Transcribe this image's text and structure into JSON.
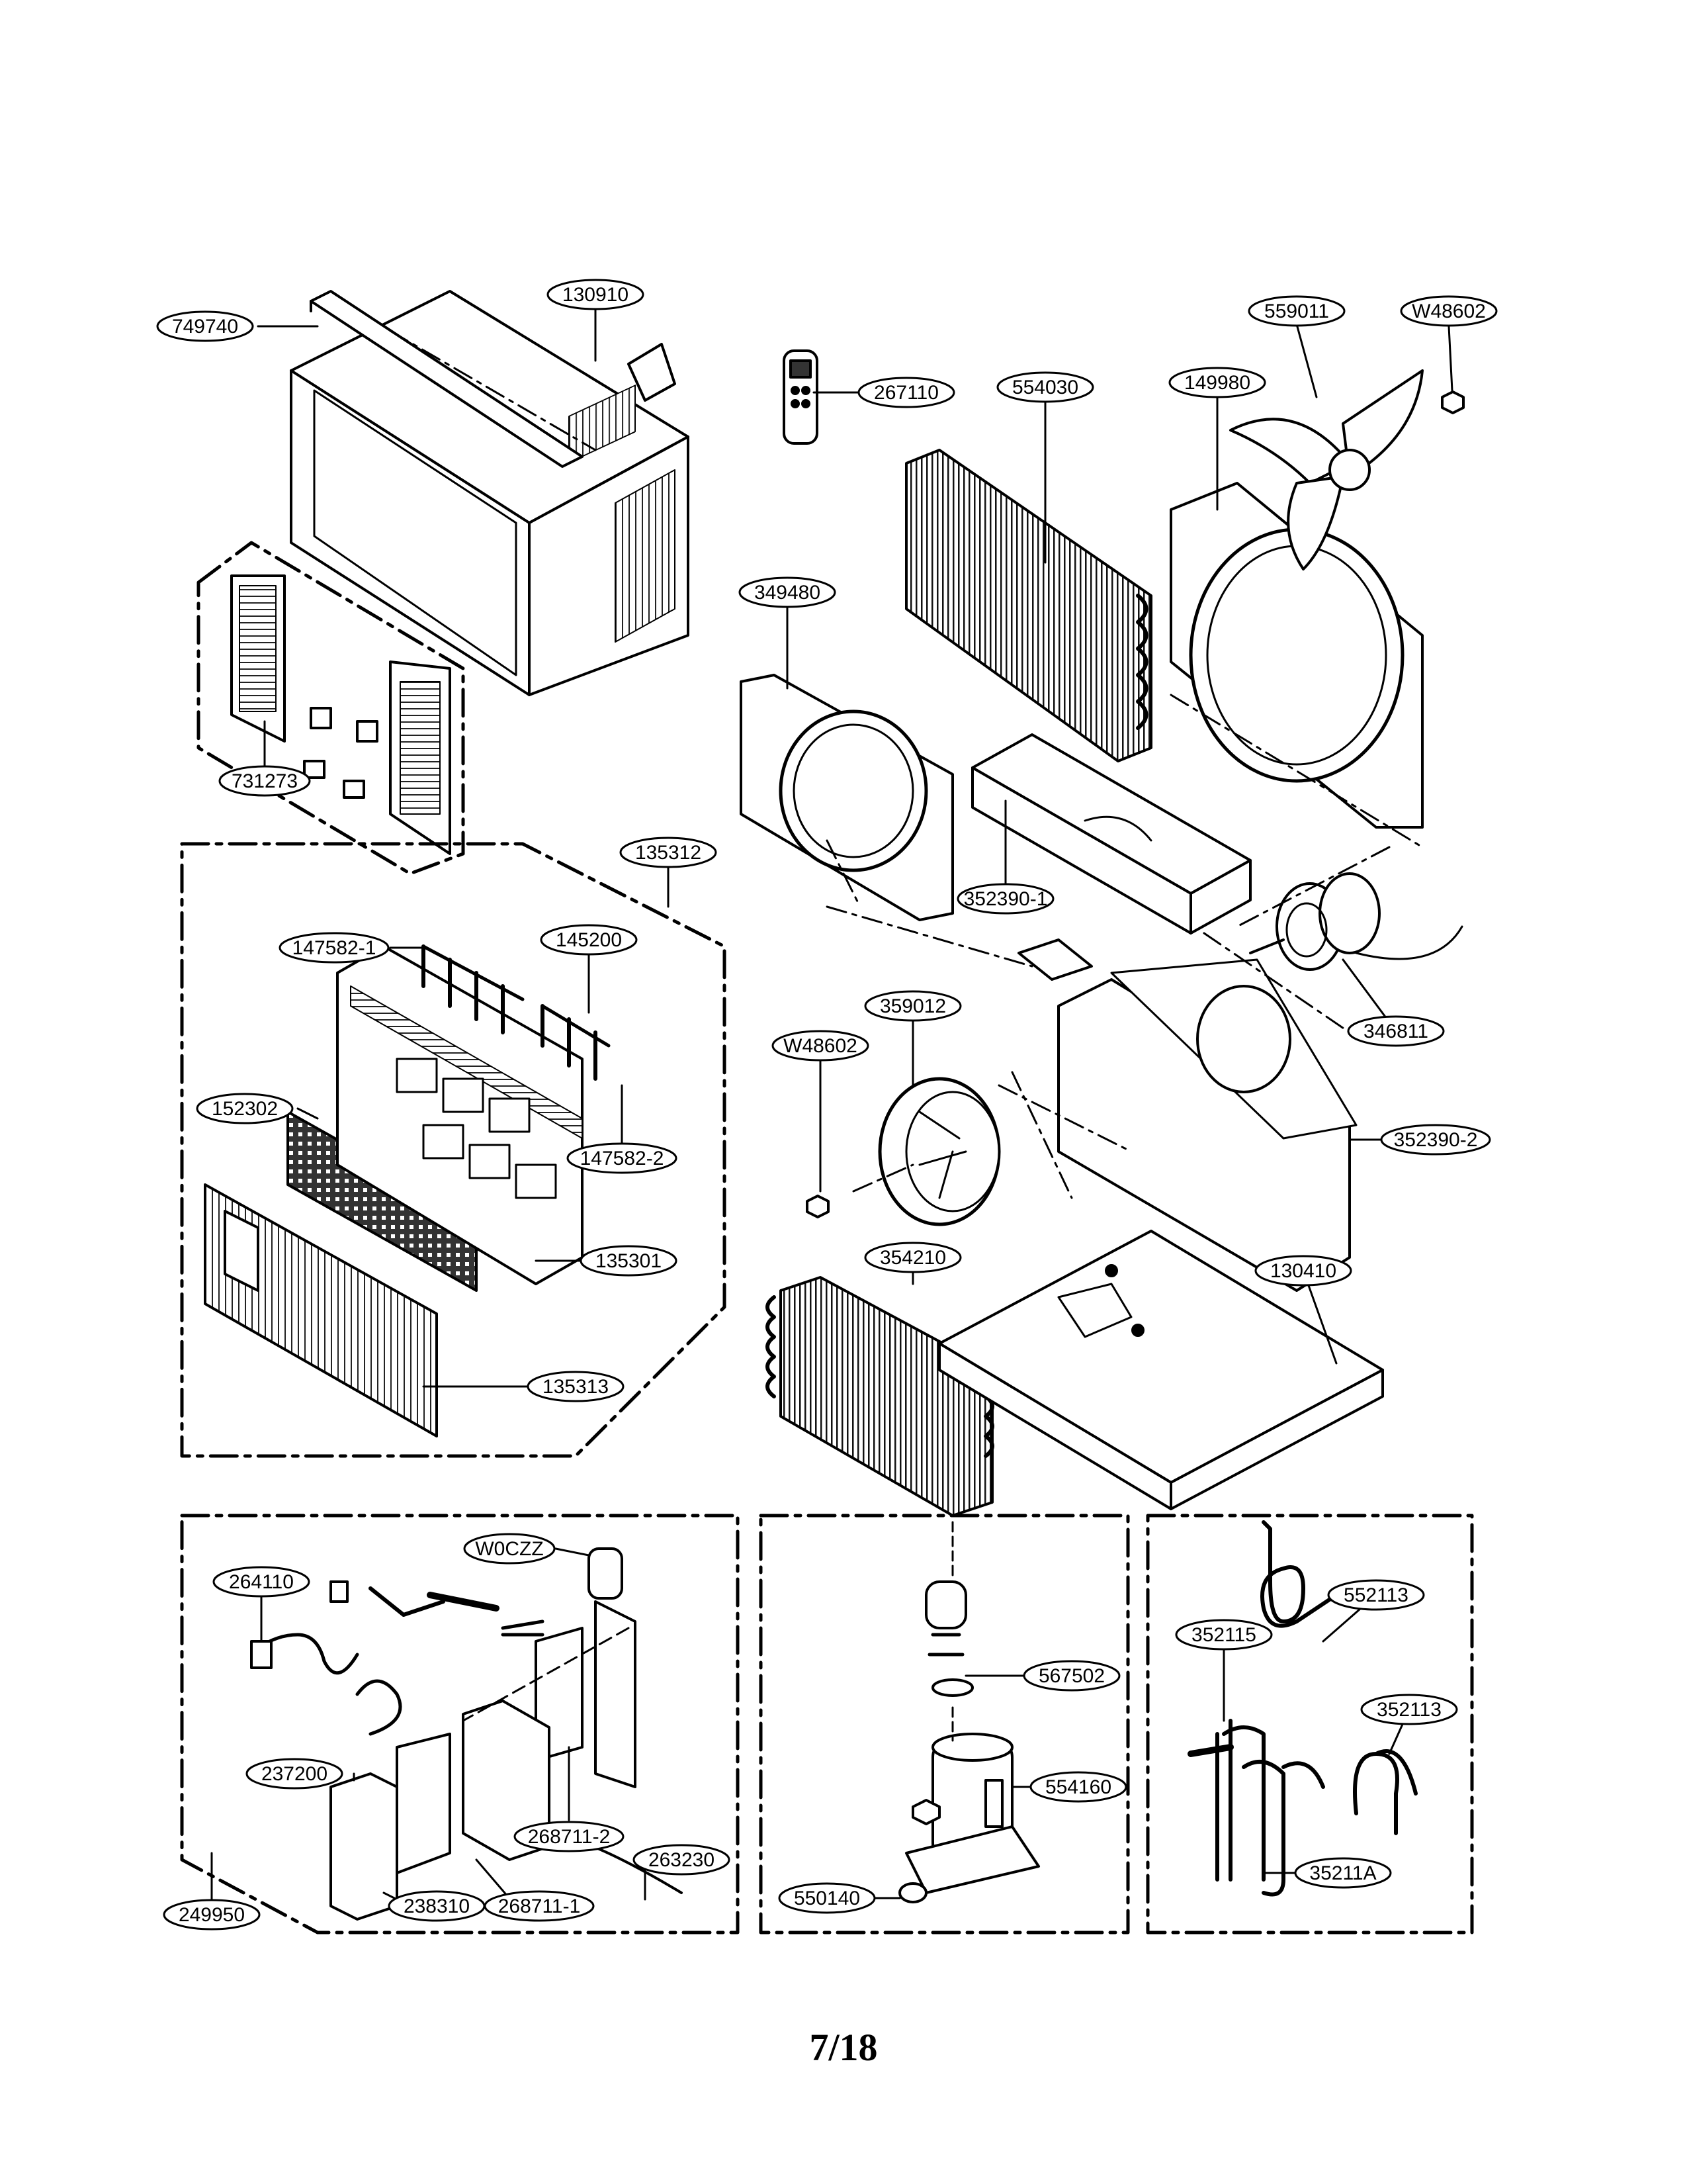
{
  "page_number": "7/18",
  "part_labels": [
    {
      "id": "749740"
    },
    {
      "id": "130910"
    },
    {
      "id": "731273"
    },
    {
      "id": "267110"
    },
    {
      "id": "554030"
    },
    {
      "id": "149980"
    },
    {
      "id": "559011"
    },
    {
      "id": "W48602"
    },
    {
      "id": "349480"
    },
    {
      "id": "352390-1"
    },
    {
      "id": "346811"
    },
    {
      "id": "135312"
    },
    {
      "id": "147582-1"
    },
    {
      "id": "145200"
    },
    {
      "id": "147582-2"
    },
    {
      "id": "152302"
    },
    {
      "id": "135301"
    },
    {
      "id": "135313"
    },
    {
      "id": "359012"
    },
    {
      "id": "W48602"
    },
    {
      "id": "352390-2"
    },
    {
      "id": "354210"
    },
    {
      "id": "130410"
    },
    {
      "id": "264110"
    },
    {
      "id": "W0CZZ"
    },
    {
      "id": "237200"
    },
    {
      "id": "268711-2"
    },
    {
      "id": "263230"
    },
    {
      "id": "249950"
    },
    {
      "id": "238310"
    },
    {
      "id": "268711-1"
    },
    {
      "id": "567502"
    },
    {
      "id": "554160"
    },
    {
      "id": "550140"
    },
    {
      "id": "552113"
    },
    {
      "id": "352115"
    },
    {
      "id": "352113"
    },
    {
      "id": "35211A"
    }
  ]
}
